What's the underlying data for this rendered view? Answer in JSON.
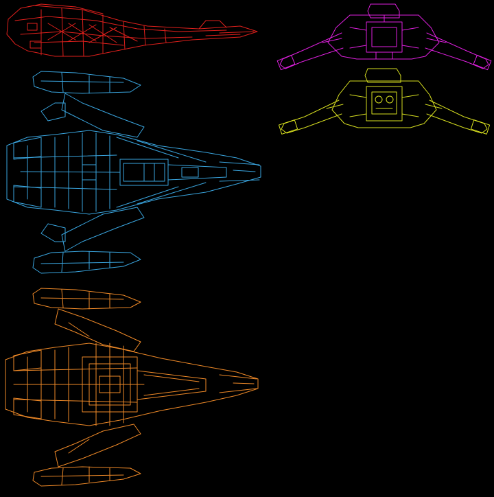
{
  "sheet": {
    "background": "#000000",
    "views": [
      {
        "name": "side-view",
        "color": "#e0201c"
      },
      {
        "name": "top-view",
        "color": "#3aa6e0"
      },
      {
        "name": "bottom-view",
        "color": "#f08a28"
      },
      {
        "name": "rear-view",
        "color": "#e020e0"
      },
      {
        "name": "front-view",
        "color": "#d8e020"
      }
    ]
  }
}
